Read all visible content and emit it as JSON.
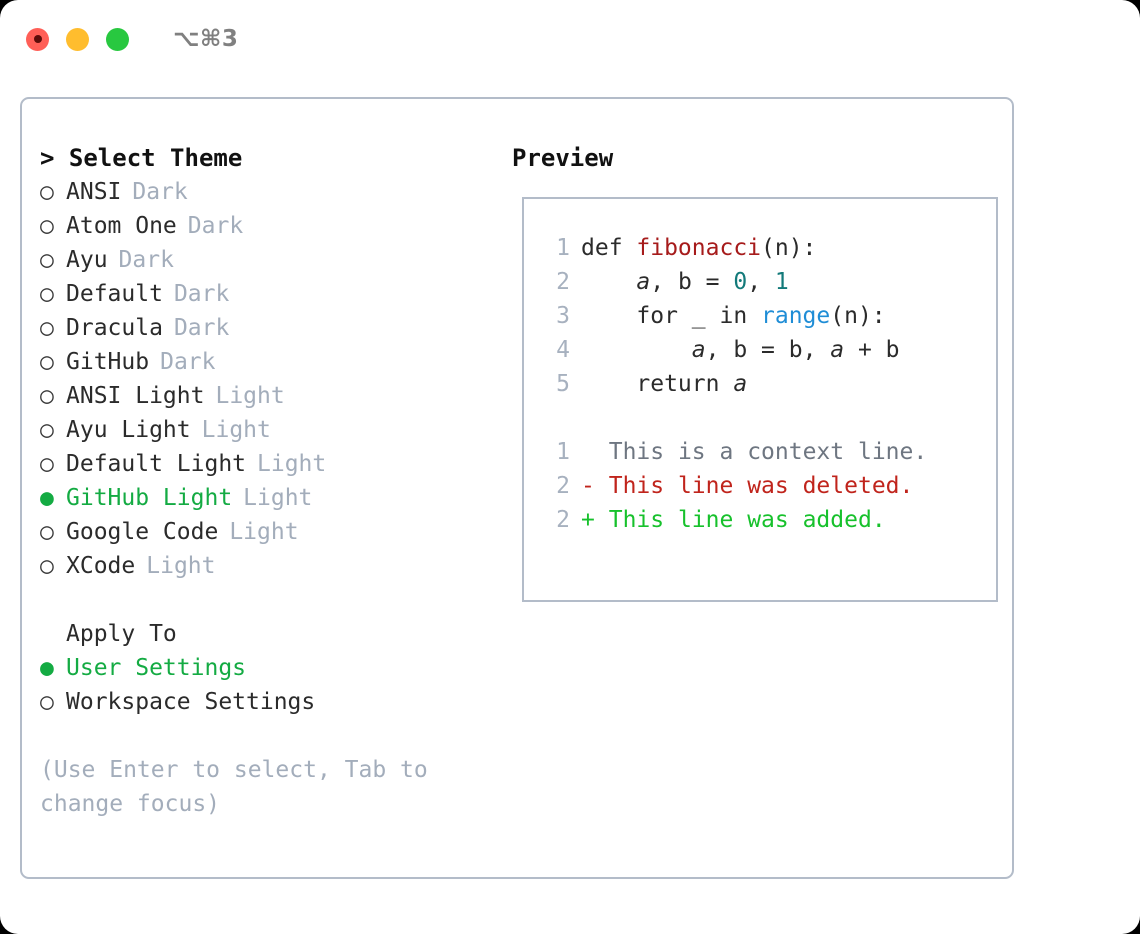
{
  "titlebar": {
    "shortcut": "⌥⌘3",
    "lights": [
      {
        "name": "close",
        "color": "#ff5f57"
      },
      {
        "name": "minimize",
        "color": "#ffbd2e"
      },
      {
        "name": "maximize",
        "color": "#28c840"
      }
    ]
  },
  "left": {
    "header": "> Select Theme",
    "themes": [
      {
        "marker": "○",
        "label": "ANSI",
        "tag": "Dark",
        "selected": false
      },
      {
        "marker": "○",
        "label": "Atom One",
        "tag": "Dark",
        "selected": false
      },
      {
        "marker": "○",
        "label": "Ayu",
        "tag": "Dark",
        "selected": false
      },
      {
        "marker": "○",
        "label": "Default",
        "tag": "Dark",
        "selected": false
      },
      {
        "marker": "○",
        "label": "Dracula",
        "tag": "Dark",
        "selected": false
      },
      {
        "marker": "○",
        "label": "GitHub",
        "tag": "Dark",
        "selected": false
      },
      {
        "marker": "○",
        "label": "ANSI Light",
        "tag": "Light",
        "selected": false
      },
      {
        "marker": "○",
        "label": "Ayu Light",
        "tag": "Light",
        "selected": false
      },
      {
        "marker": "○",
        "label": "Default Light",
        "tag": "Light",
        "selected": false
      },
      {
        "marker": "●",
        "label": "GitHub Light",
        "tag": "Light",
        "selected": true
      },
      {
        "marker": "○",
        "label": "Google Code",
        "tag": "Light",
        "selected": false
      },
      {
        "marker": "○",
        "label": "XCode",
        "tag": "Light",
        "selected": false
      }
    ],
    "apply_to_header": "Apply To",
    "apply_to": [
      {
        "marker": "●",
        "label": "User Settings",
        "selected": true
      },
      {
        "marker": "○",
        "label": "Workspace Settings",
        "selected": false
      }
    ],
    "hint": "(Use Enter to select, Tab to change focus)"
  },
  "preview": {
    "title": "Preview",
    "code": [
      {
        "num": "1",
        "parts": [
          {
            "t": "def ",
            "c": "plain"
          },
          {
            "t": "fibonacci",
            "c": "fn"
          },
          {
            "t": "(n):",
            "c": "plain"
          }
        ]
      },
      {
        "num": "2",
        "parts": [
          {
            "t": "    ",
            "c": "plain"
          },
          {
            "t": "a",
            "c": "ital"
          },
          {
            "t": ", b = ",
            "c": "plain"
          },
          {
            "t": "0",
            "c": "num"
          },
          {
            "t": ", ",
            "c": "plain"
          },
          {
            "t": "1",
            "c": "num"
          }
        ]
      },
      {
        "num": "3",
        "parts": [
          {
            "t": "    for _ in ",
            "c": "plain"
          },
          {
            "t": "range",
            "c": "call"
          },
          {
            "t": "(n):",
            "c": "plain"
          }
        ]
      },
      {
        "num": "4",
        "parts": [
          {
            "t": "        ",
            "c": "plain"
          },
          {
            "t": "a",
            "c": "ital"
          },
          {
            "t": ", b = b, ",
            "c": "plain"
          },
          {
            "t": "a",
            "c": "ital"
          },
          {
            "t": " + b",
            "c": "plain"
          }
        ]
      },
      {
        "num": "5",
        "parts": [
          {
            "t": "    return ",
            "c": "plain"
          },
          {
            "t": "a",
            "c": "ital"
          }
        ]
      }
    ],
    "diff": [
      {
        "num": "1",
        "sign": " ",
        "text": "This is a context line.",
        "kind": "ctx"
      },
      {
        "num": "2",
        "sign": "-",
        "text": "This line was deleted.",
        "kind": "del"
      },
      {
        "num": "2",
        "sign": "+",
        "text": "This line was added.",
        "kind": "add"
      }
    ]
  },
  "colors": {
    "accent_green": "#14ab43",
    "muted": "#a3adbb",
    "border": "#b3bcc9",
    "fn": "#a61b1b",
    "num": "#137a7a",
    "call": "#1f8dd6",
    "diff_del": "#c0241c",
    "diff_add": "#17c12c"
  }
}
